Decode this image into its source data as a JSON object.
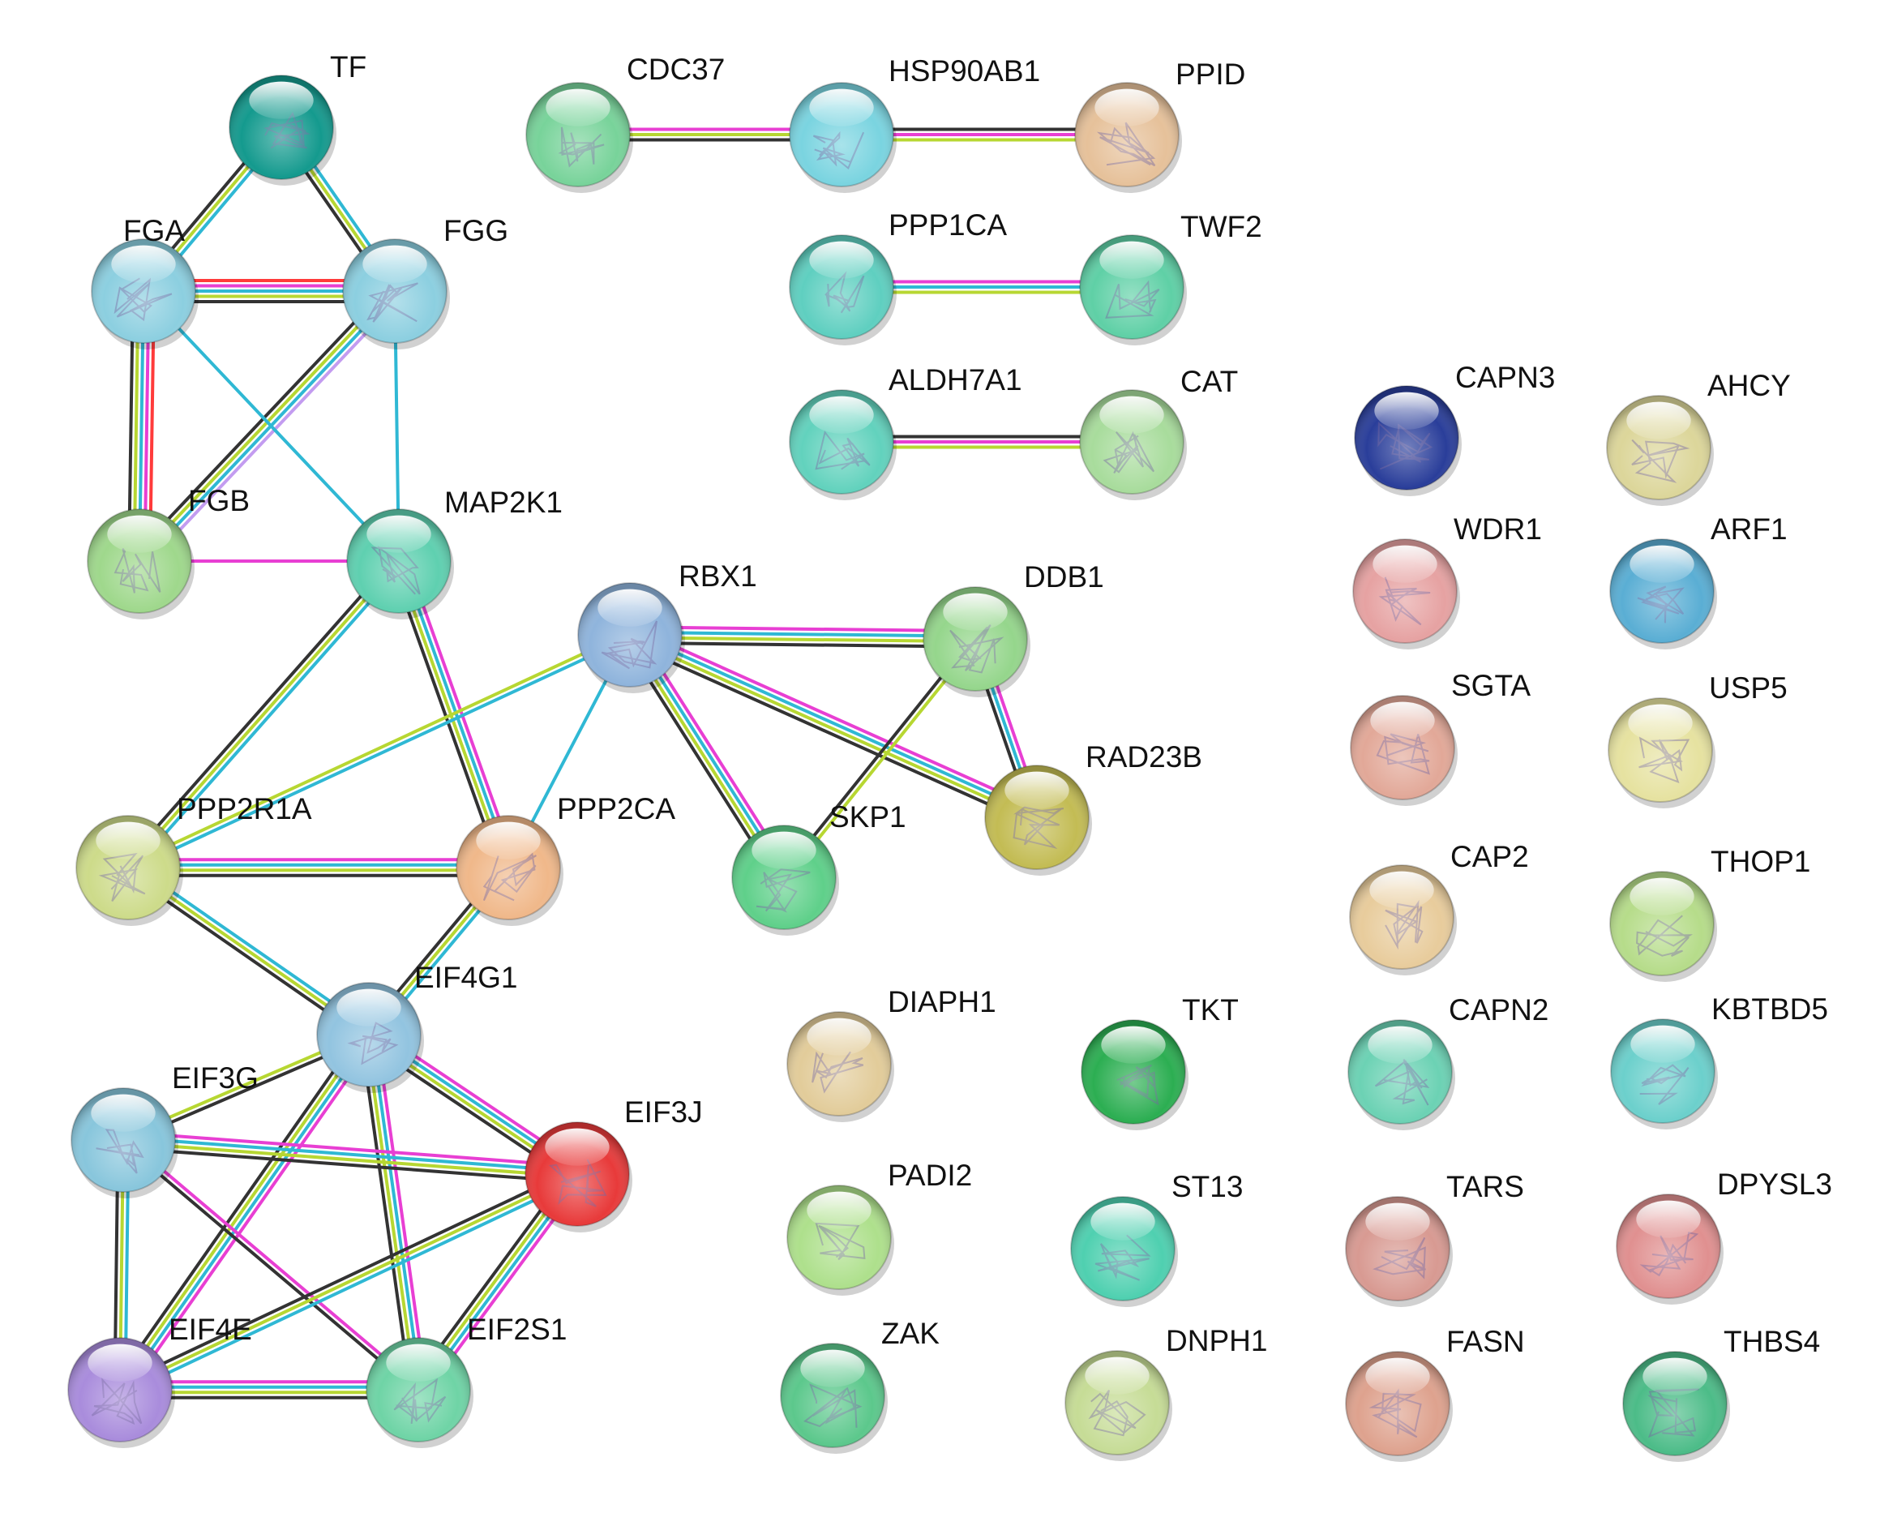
{
  "colors": {
    "experiments": "#e83fd3",
    "databases": "#2fb8d4",
    "textmining": "#b7d732",
    "coexpression": "#333333",
    "gene_fusion": "#ff3b3b",
    "cooccurrence": "#5a6cff",
    "homology": "#c39cf0"
  },
  "nodes": [
    {
      "id": "TF",
      "label": "TF",
      "color": "#149a8e"
    },
    {
      "id": "FGA",
      "label": "FGA",
      "color": "#8ccfe0"
    },
    {
      "id": "FGG",
      "label": "FGG",
      "color": "#8ccfe0"
    },
    {
      "id": "FGB",
      "label": "FGB",
      "color": "#9fd88c"
    },
    {
      "id": "MAP2K1",
      "label": "MAP2K1",
      "color": "#5fd0b0"
    },
    {
      "id": "CDC37",
      "label": "CDC37",
      "color": "#78d39a"
    },
    {
      "id": "HSP90AB1",
      "label": "HSP90AB1",
      "color": "#7ad4e0"
    },
    {
      "id": "PPID",
      "label": "PPID",
      "color": "#e6c19a"
    },
    {
      "id": "PPP1CA",
      "label": "PPP1CA",
      "color": "#5fcfc0"
    },
    {
      "id": "TWF2",
      "label": "TWF2",
      "color": "#5fd0a6"
    },
    {
      "id": "ALDH7A1",
      "label": "ALDH7A1",
      "color": "#62d2bd"
    },
    {
      "id": "CAT",
      "label": "CAT",
      "color": "#a8dc9c"
    },
    {
      "id": "RBX1",
      "label": "RBX1",
      "color": "#8fb4dc"
    },
    {
      "id": "DDB1",
      "label": "DDB1",
      "color": "#95d68c"
    },
    {
      "id": "RAD23B",
      "label": "RAD23B",
      "color": "#c3bc54"
    },
    {
      "id": "SKP1",
      "label": "SKP1",
      "color": "#5fd08a"
    },
    {
      "id": "PPP2R1A",
      "label": "PPP2R1A",
      "color": "#cddb8a"
    },
    {
      "id": "PPP2CA",
      "label": "PPP2CA",
      "color": "#f0b88a"
    },
    {
      "id": "EIF4G1",
      "label": "EIF4G1",
      "color": "#92c4e0"
    },
    {
      "id": "EIF3G",
      "label": "EIF3G",
      "color": "#88c6dc"
    },
    {
      "id": "EIF3J",
      "label": "EIF3J",
      "color": "#e83a3a"
    },
    {
      "id": "EIF4E",
      "label": "EIF4E",
      "color": "#a98cdc"
    },
    {
      "id": "EIF2S1",
      "label": "EIF2S1",
      "color": "#6fd4a6"
    },
    {
      "id": "CAPN3",
      "label": "CAPN3",
      "color": "#2a3e9a"
    },
    {
      "id": "AHCY",
      "label": "AHCY",
      "color": "#dcd69a"
    },
    {
      "id": "WDR1",
      "label": "WDR1",
      "color": "#e6a2a2"
    },
    {
      "id": "ARF1",
      "label": "ARF1",
      "color": "#5aaed4"
    },
    {
      "id": "SGTA",
      "label": "SGTA",
      "color": "#e2a898"
    },
    {
      "id": "USP5",
      "label": "USP5",
      "color": "#e6e2a0"
    },
    {
      "id": "CAP2",
      "label": "CAP2",
      "color": "#e8cc9c"
    },
    {
      "id": "THOP1",
      "label": "THOP1",
      "color": "#b6dc8a"
    },
    {
      "id": "CAPN2",
      "label": "CAPN2",
      "color": "#6cd2b4"
    },
    {
      "id": "KBTBD5",
      "label": "KBTBD5",
      "color": "#6cd0cc"
    },
    {
      "id": "DIAPH1",
      "label": "DIAPH1",
      "color": "#e2cc9a"
    },
    {
      "id": "TKT",
      "label": "TKT",
      "color": "#2cae52"
    },
    {
      "id": "PADI2",
      "label": "PADI2",
      "color": "#aee08c"
    },
    {
      "id": "ST13",
      "label": "ST13",
      "color": "#4fd0b0"
    },
    {
      "id": "TARS",
      "label": "TARS",
      "color": "#d89a92"
    },
    {
      "id": "DPYSL3",
      "label": "DPYSL3",
      "color": "#e09090"
    },
    {
      "id": "ZAK",
      "label": "ZAK",
      "color": "#5cc88c"
    },
    {
      "id": "DNPH1",
      "label": "DNPH1",
      "color": "#c6dc96"
    },
    {
      "id": "FASN",
      "label": "FASN",
      "color": "#dea28e"
    },
    {
      "id": "THBS4",
      "label": "THBS4",
      "color": "#4cbc88"
    }
  ],
  "edges": [
    {
      "source": "TF",
      "target": "FGA",
      "evidence": [
        "databases",
        "textmining",
        "coexpression"
      ]
    },
    {
      "source": "TF",
      "target": "FGG",
      "evidence": [
        "databases",
        "textmining",
        "coexpression"
      ]
    },
    {
      "source": "FGA",
      "target": "FGG",
      "evidence": [
        "gene_fusion",
        "experiments",
        "databases",
        "textmining",
        "coexpression"
      ]
    },
    {
      "source": "FGA",
      "target": "FGB",
      "evidence": [
        "gene_fusion",
        "experiments",
        "databases",
        "textmining",
        "coexpression"
      ]
    },
    {
      "source": "FGG",
      "target": "FGB",
      "evidence": [
        "homology",
        "databases",
        "textmining",
        "coexpression"
      ]
    },
    {
      "source": "FGA",
      "target": "MAP2K1",
      "evidence": [
        "databases"
      ]
    },
    {
      "source": "FGG",
      "target": "MAP2K1",
      "evidence": [
        "databases"
      ]
    },
    {
      "source": "FGB",
      "target": "MAP2K1",
      "evidence": [
        "experiments"
      ]
    },
    {
      "source": "MAP2K1",
      "target": "PPP2R1A",
      "evidence": [
        "databases",
        "textmining",
        "coexpression"
      ]
    },
    {
      "source": "MAP2K1",
      "target": "PPP2CA",
      "evidence": [
        "experiments",
        "databases",
        "textmining",
        "coexpression"
      ]
    },
    {
      "source": "CDC37",
      "target": "HSP90AB1",
      "evidence": [
        "experiments",
        "textmining",
        "coexpression"
      ]
    },
    {
      "source": "HSP90AB1",
      "target": "PPID",
      "evidence": [
        "coexpression",
        "experiments",
        "textmining"
      ]
    },
    {
      "source": "PPP1CA",
      "target": "TWF2",
      "evidence": [
        "experiments",
        "databases",
        "textmining"
      ]
    },
    {
      "source": "ALDH7A1",
      "target": "CAT",
      "evidence": [
        "coexpression",
        "experiments",
        "textmining"
      ]
    },
    {
      "source": "RBX1",
      "target": "DDB1",
      "evidence": [
        "experiments",
        "databases",
        "textmining",
        "coexpression"
      ]
    },
    {
      "source": "RBX1",
      "target": "RAD23B",
      "evidence": [
        "experiments",
        "databases",
        "textmining",
        "coexpression"
      ]
    },
    {
      "source": "RBX1",
      "target": "SKP1",
      "evidence": [
        "experiments",
        "databases",
        "textmining",
        "coexpression"
      ]
    },
    {
      "source": "RBX1",
      "target": "PPP2R1A",
      "evidence": [
        "databases",
        "textmining"
      ]
    },
    {
      "source": "RBX1",
      "target": "PPP2CA",
      "evidence": [
        "databases"
      ]
    },
    {
      "source": "DDB1",
      "target": "RAD23B",
      "evidence": [
        "experiments",
        "databases",
        "coexpression"
      ]
    },
    {
      "source": "DDB1",
      "target": "SKP1",
      "evidence": [
        "textmining",
        "coexpression"
      ]
    },
    {
      "source": "PPP2R1A",
      "target": "PPP2CA",
      "evidence": [
        "experiments",
        "databases",
        "textmining",
        "coexpression"
      ]
    },
    {
      "source": "PPP2R1A",
      "target": "EIF4G1",
      "evidence": [
        "databases",
        "textmining",
        "coexpression"
      ]
    },
    {
      "source": "PPP2CA",
      "target": "EIF4G1",
      "evidence": [
        "databases",
        "textmining",
        "coexpression"
      ]
    },
    {
      "source": "EIF4G1",
      "target": "EIF3G",
      "evidence": [
        "coexpression",
        "textmining"
      ]
    },
    {
      "source": "EIF4G1",
      "target": "EIF3J",
      "evidence": [
        "experiments",
        "databases",
        "textmining",
        "coexpression"
      ]
    },
    {
      "source": "EIF4G1",
      "target": "EIF4E",
      "evidence": [
        "experiments",
        "databases",
        "textmining",
        "coexpression"
      ]
    },
    {
      "source": "EIF4G1",
      "target": "EIF2S1",
      "evidence": [
        "experiments",
        "databases",
        "textmining",
        "coexpression"
      ]
    },
    {
      "source": "EIF3G",
      "target": "EIF3J",
      "evidence": [
        "experiments",
        "databases",
        "textmining",
        "coexpression"
      ]
    },
    {
      "source": "EIF3G",
      "target": "EIF4E",
      "evidence": [
        "databases",
        "textmining",
        "coexpression"
      ]
    },
    {
      "source": "EIF3G",
      "target": "EIF2S1",
      "evidence": [
        "experiments",
        "coexpression"
      ]
    },
    {
      "source": "EIF3J",
      "target": "EIF4E",
      "evidence": [
        "databases",
        "textmining",
        "coexpression"
      ]
    },
    {
      "source": "EIF3J",
      "target": "EIF2S1",
      "evidence": [
        "experiments",
        "databases",
        "textmining",
        "coexpression"
      ]
    },
    {
      "source": "EIF4E",
      "target": "EIF2S1",
      "evidence": [
        "experiments",
        "databases",
        "textmining",
        "coexpression"
      ]
    }
  ]
}
